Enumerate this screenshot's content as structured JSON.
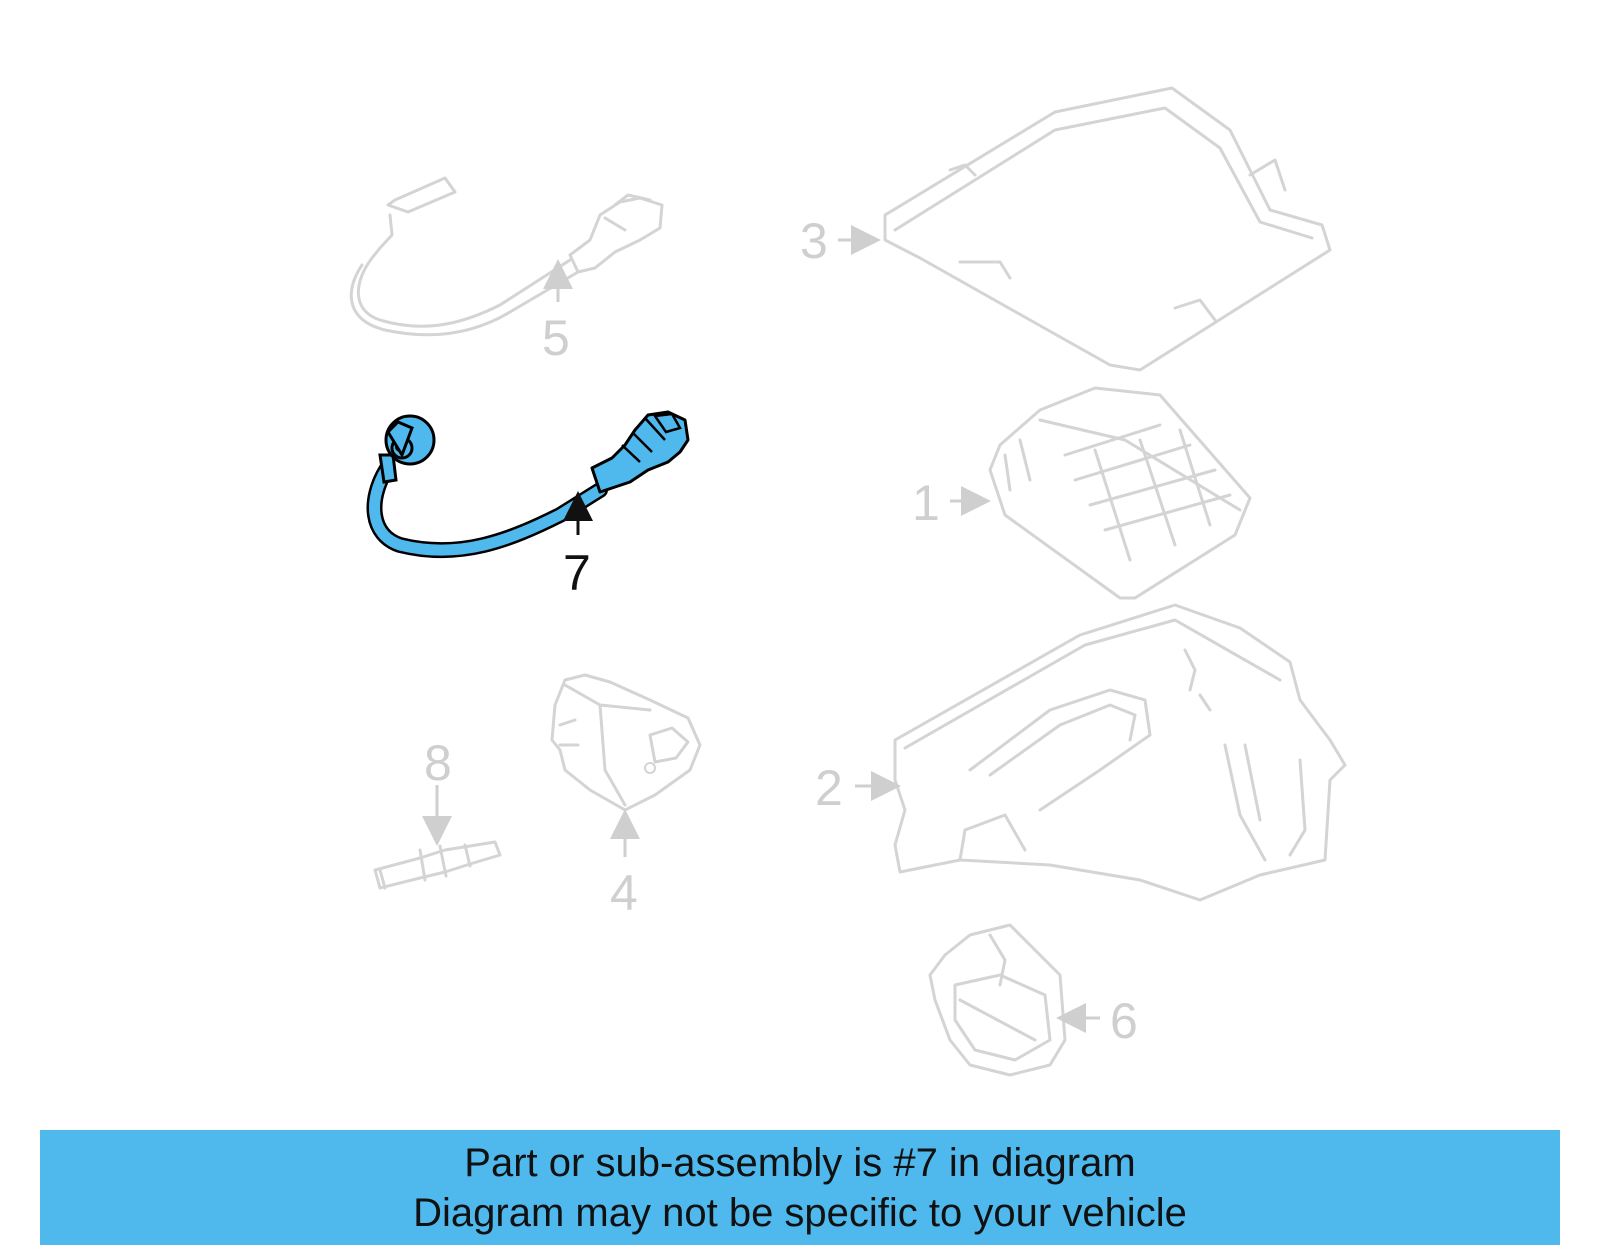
{
  "callouts": {
    "c1": "1",
    "c2": "2",
    "c3": "3",
    "c4": "4",
    "c5": "5",
    "c6": "6",
    "c7": "7",
    "c8": "8"
  },
  "highlighted_callout": "7",
  "colors": {
    "highlight_part": "#4fb9ee",
    "banner_background": "#4fb9ee",
    "inactive_part_stroke": "#d4d4d4",
    "active_text": "#111111"
  },
  "banner": {
    "line1": "Part or sub-assembly is #7 in diagram",
    "line2": "Diagram may not be specific to your vehicle"
  }
}
